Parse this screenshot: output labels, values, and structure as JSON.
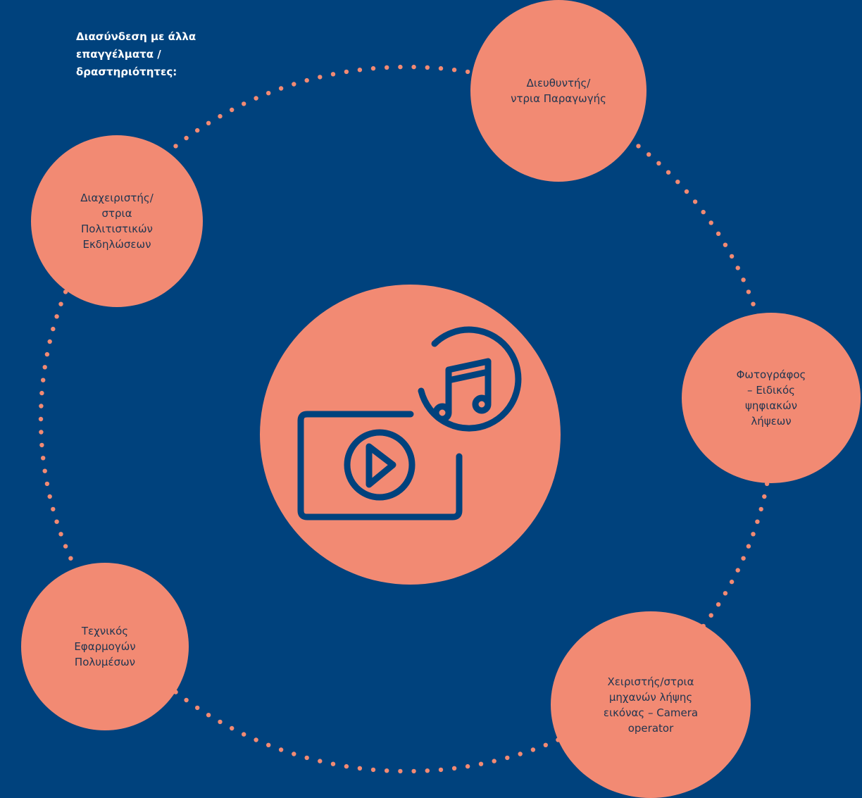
{
  "heading": "Διασύνδεση με άλλα\nεπαγγέλματα /\nδραστηριότητες:",
  "colors": {
    "background": "#00427D",
    "node_fill": "#F28A73",
    "dots": "#F28A73",
    "icon_stroke": "#00427D"
  },
  "center_icon": "video-music-icon",
  "nodes": [
    {
      "label": "Διευθυντής/\nντρια Παραγωγής"
    },
    {
      "label": "Διαχειριστής/\nστρια\nΠολιτιστικών\nΕκδηλώσεων"
    },
    {
      "label": "Φωτογράφος\n– Ειδικός\nψηφιακών\nλήψεων"
    },
    {
      "label": "Τεχνικός\nΕφαρμογών\nΠολυμέσων"
    },
    {
      "label": "Χειριστής/στρια\nμηχανών λήψης\nεικόνας – Camera\noperator"
    }
  ]
}
